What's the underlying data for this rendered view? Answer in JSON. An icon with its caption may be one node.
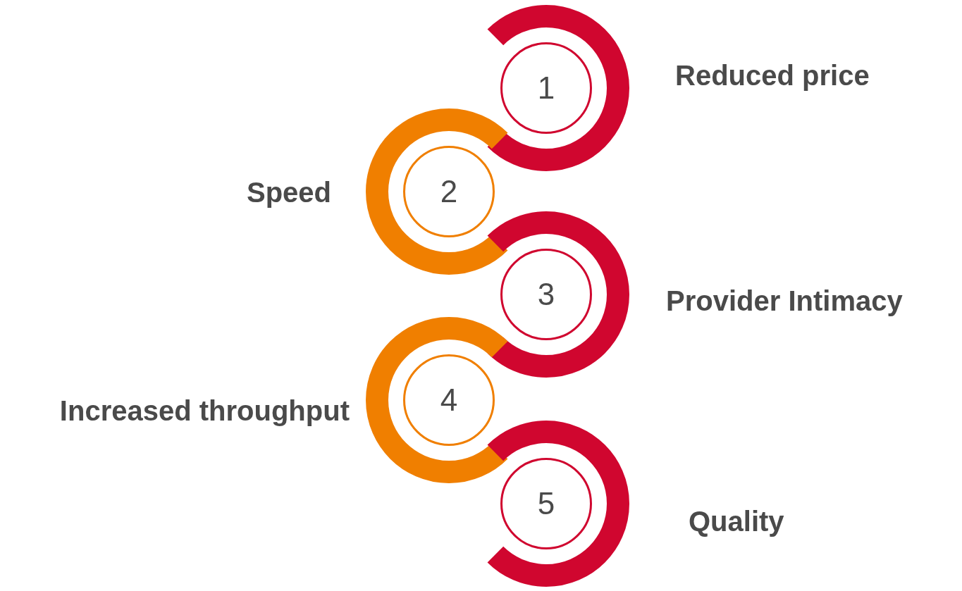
{
  "diagram": {
    "nodes": [
      {
        "text": [
          "1"
        ],
        "beside": [
          "Reduced price"
        ]
      },
      {
        "text": [
          "2"
        ],
        "beside": [
          "Speed"
        ]
      },
      {
        "text": [
          "3"
        ],
        "beside": [
          "Provider Intimacy"
        ]
      },
      {
        "text": [
          "4"
        ],
        "beside": [
          "Increased throughput"
        ]
      },
      {
        "text": [
          "5"
        ],
        "beside": [
          "Quality"
        ]
      }
    ]
  }
}
